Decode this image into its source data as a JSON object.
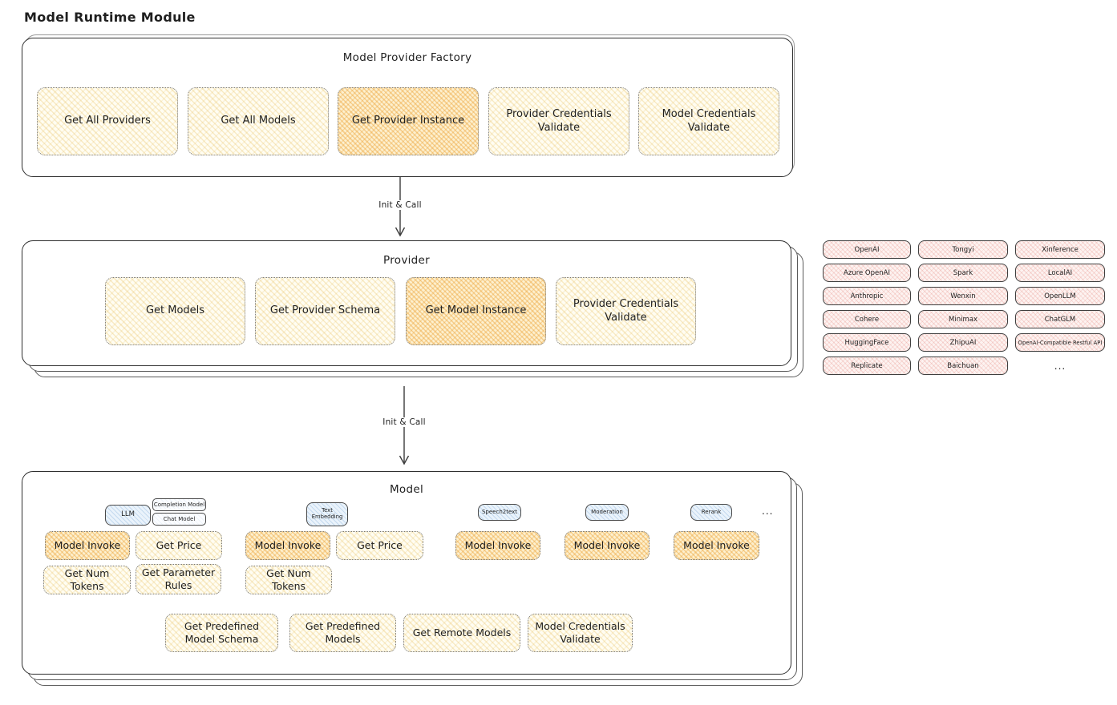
{
  "title": "Model Runtime Module",
  "factory": {
    "title": "Model Provider Factory",
    "buttons": [
      "Get All Providers",
      "Get All Models",
      "Get Provider Instance",
      "Provider Credentials Validate",
      "Model Credentials Validate"
    ]
  },
  "arrows": {
    "label1": "Init & Call",
    "label2": "Init & Call"
  },
  "provider": {
    "title": "Provider",
    "buttons": [
      "Get Models",
      "Get Provider Schema",
      "Get Model Instance",
      "Provider Credentials Validate"
    ]
  },
  "providers_list": {
    "items": [
      "OpenAI",
      "Tongyi",
      "Xinference",
      "Azure OpenAI",
      "Spark",
      "LocalAI",
      "Anthropic",
      "Wenxin",
      "OpenLLM",
      "Cohere",
      "Minimax",
      "ChatGLM",
      "HuggingFace",
      "ZhipuAI",
      "OpenAI-Compatible Restful API",
      "Replicate",
      "Baichuan"
    ],
    "more": "..."
  },
  "model": {
    "title": "Model",
    "tag_llm": "LLM",
    "tag_completion": "Completion Model",
    "tag_chat": "Chat Model",
    "tag_text_embedding": "Text Embedding",
    "tag_speech2text": "Speech2text",
    "tag_moderation": "Moderation",
    "tag_rerank": "Rerank",
    "tags_more": "...",
    "btn_model_invoke": "Model Invoke",
    "btn_get_price": "Get Price",
    "btn_get_num_tokens": "Get Num Tokens",
    "btn_get_parameter_rules": "Get Parameter Rules",
    "btn_get_predefined_model_schema": "Get Predefined Model Schema",
    "btn_get_predefined_models": "Get Predefined Models",
    "btn_get_remote_models": "Get Remote Models",
    "btn_model_credentials_validate": "Model Credentials Validate"
  },
  "colors": {
    "highlight_orange": "#f5c26b",
    "light_yellow": "#fffdf2",
    "provider_pink": "#fdf3f1",
    "tag_blue": "#eaf3fb",
    "ink": "#1f1f1f"
  }
}
